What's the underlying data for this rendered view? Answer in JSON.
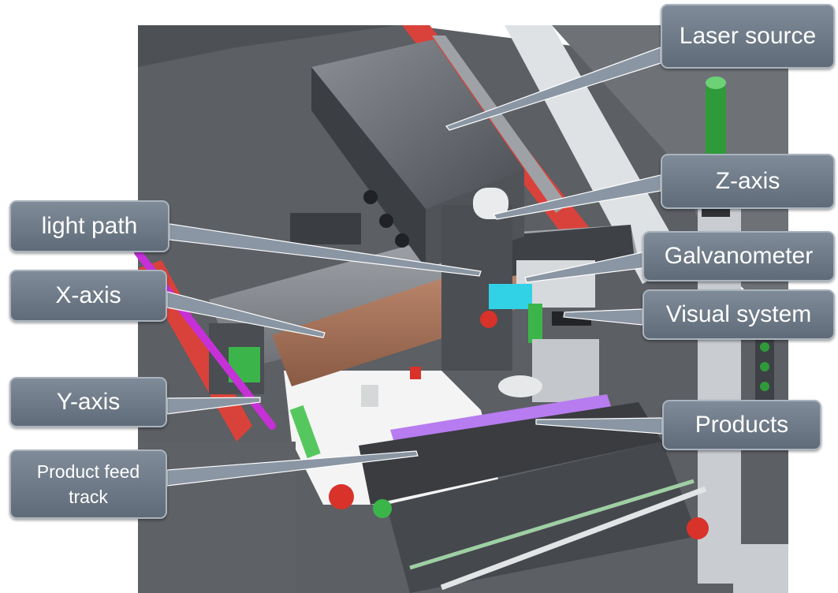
{
  "labels": {
    "laser_source": "Laser source",
    "z_axis": "Z-axis",
    "light_path": "light path",
    "galvanometer": "Galvanometer",
    "x_axis": "X-axis",
    "visual_system": "Visual system",
    "y_axis": "Y-axis",
    "products": "Products",
    "product_feed_track_line1": "Product feed",
    "product_feed_track_line2": "track"
  },
  "colors": {
    "callout_fill": "#6b7784",
    "leader_line": "#8a96a3",
    "machine_gray": "#5a5d62",
    "rail_red": "#d9423a",
    "product_violet": "#b77cf0",
    "x_axis_copper": "#b57a5c",
    "y_axis_magenta": "#c531d6",
    "galvo_cyan": "#31d2e6",
    "status_green": "#2f9a3a"
  }
}
